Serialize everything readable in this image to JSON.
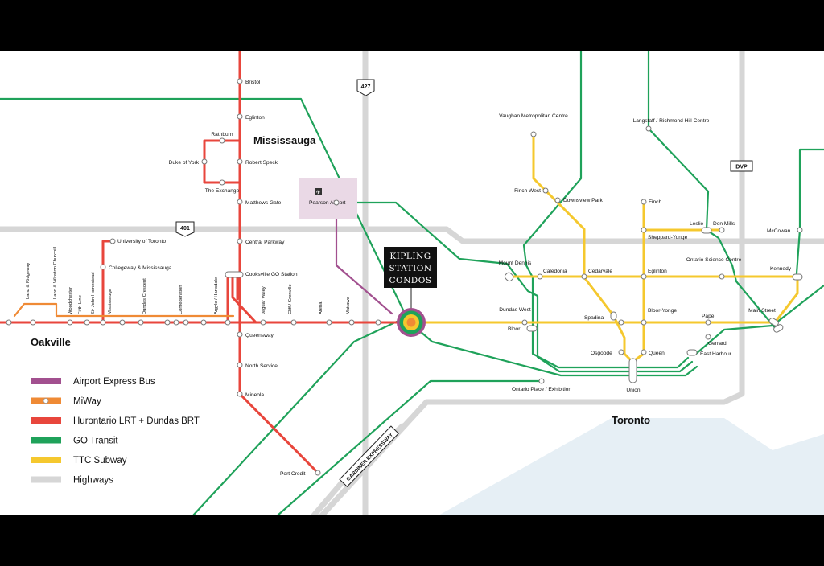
{
  "colors": {
    "airport_express": "#a2508f",
    "miway": "#ef8a35",
    "lrt": "#e8463c",
    "go": "#1fa25a",
    "ttc": "#f5c82e",
    "highways": "#d6d6d6",
    "water": "#e6eff5"
  },
  "cities": {
    "mississauga": "Mississauga",
    "oakville": "Oakville",
    "toronto": "Toronto"
  },
  "highways": {
    "h427": "427",
    "h401": "401",
    "dvp": "DVP",
    "gardiner": "GARDINER EXPRESSWAY"
  },
  "airport": {
    "name": "Pearson Airport",
    "icon": "airplane-icon"
  },
  "logo": {
    "line1": "KIPLING",
    "line2": "STATION",
    "line3": "CONDOS"
  },
  "stations": {
    "bristol": "Bristol",
    "eglinton_m": "Eglinton",
    "rathburn": "Rathburn",
    "duke_of_york": "Duke of York",
    "robert_speck": "Robert Speck",
    "the_exchange": "The Exchange",
    "matthews_gate": "Matthews Gate",
    "central_parkway": "Central Parkway",
    "university_of_toronto": "University of Toronto",
    "collegeway": "Collegeway & Mississauga",
    "cooksville": "Cooksville GO Station",
    "queensway": "Queensway",
    "north_service": "North Service",
    "mineola": "Mineola",
    "port_credit": "Port Credit",
    "land_ridgeway": "Land & Ridgeway",
    "land_winston": "Land & Winston Churchill",
    "woodchester": "Woodchester",
    "fifth_line": "Fifth Line",
    "sir_john": "Sir John Homestead",
    "mississauga_s": "Mississauga",
    "dundas_crescent": "Dundas Crescent",
    "confederation": "Confederation",
    "argyle": "Argyle / Hartsdale",
    "jaguar_valley": "Jaguar Valley",
    "cliff_grenville": "Cliff / Grenville",
    "arena": "Arena",
    "mattawa": "Mattawa",
    "vaughan": "Vaughan Metropolitan Centre",
    "finch_west": "Finch West",
    "downsview_park": "Downsview Park",
    "langstaff": "Langstaff / Richmond Hill Centre",
    "finch": "Finch",
    "leslie": "Leslie",
    "don_mills": "Don Mills",
    "sheppard_yonge": "Sheppard-Yonge",
    "mccowan": "McCowan",
    "mount_dennis": "Mount Dennis",
    "caledonia": "Caledonia",
    "cedarvale": "Cedarvale",
    "eglinton_t": "Eglinton",
    "ontario_science": "Ontario Science Centre",
    "kennedy": "Kennedy",
    "dundas_west": "Dundas West",
    "bloor": "Bloor",
    "spadina": "Spadina",
    "bloor_yonge": "Bloor-Yonge",
    "pape": "Pape",
    "main_street": "Main Street",
    "osgoode": "Osgoode",
    "queen": "Queen",
    "gerrard": "Gerrard",
    "east_harbour": "East Harbour",
    "union": "Union",
    "ontario_place": "Ontario Place / Exhibition"
  },
  "legend": [
    {
      "label": "Airport Express Bus",
      "color": "#a2508f",
      "style": "solid"
    },
    {
      "label": "MiWay",
      "color": "#ef8a35",
      "style": "dot"
    },
    {
      "label": "Hurontario LRT + Dundas BRT",
      "color": "#e8463c",
      "style": "solid"
    },
    {
      "label": "GO Transit",
      "color": "#1fa25a",
      "style": "solid"
    },
    {
      "label": "TTC Subway",
      "color": "#f5c82e",
      "style": "solid"
    },
    {
      "label": "Highways",
      "color": "#d6d6d6",
      "style": "solid"
    }
  ]
}
